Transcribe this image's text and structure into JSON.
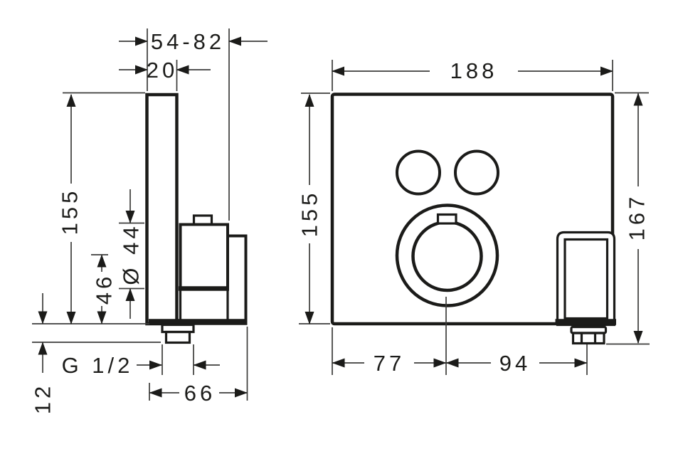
{
  "drawing": {
    "background_color": "#ffffff",
    "object_line_color": "#1b1b19",
    "dimension_line_color": "#3d3d3b"
  },
  "side_view": {
    "dims": {
      "install_depth_range": "54-82",
      "plate_thickness": "20",
      "plate_height": "155",
      "knob_diameter": "Ø 44",
      "knob_center_from_bottom": "46",
      "outlet_protrusion": "12",
      "outlet_thread": "G 1/2",
      "total_depth": "66"
    }
  },
  "front_view": {
    "dims": {
      "plate_width": "188",
      "plate_height": "155",
      "overall_height": "167",
      "dial_center_from_left": "77",
      "outlet_center_from_dial": "94"
    }
  }
}
